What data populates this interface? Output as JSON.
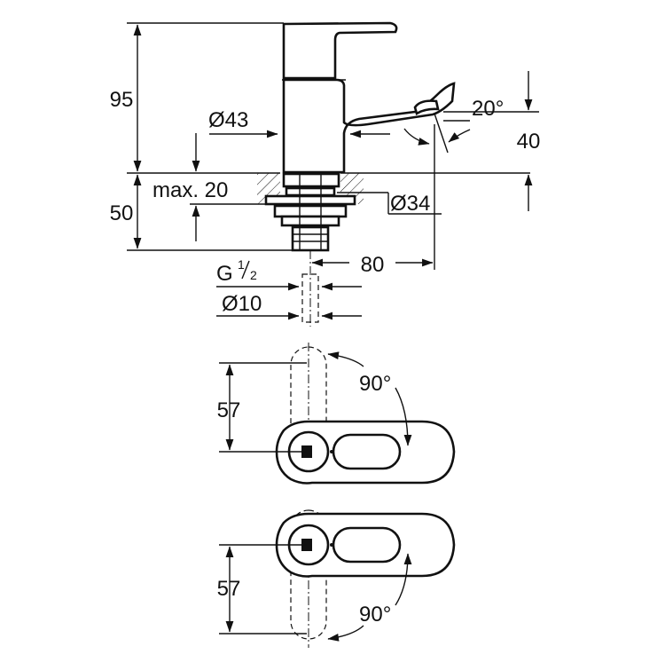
{
  "side_view": {
    "dim_height_total": "95",
    "dim_body_diameter": "Ø43",
    "dim_spout_angle": "20°",
    "dim_spout_height": "40",
    "dim_max_thickness": "max. 20",
    "dim_below_deck": "50",
    "dim_flange_diameter": "Ø34",
    "dim_projection": "80",
    "thread_label_main": "G",
    "thread_label_num": "1",
    "thread_label_den": "2",
    "dim_tail_diameter": "Ø10"
  },
  "top_view_upper": {
    "dim_offset": "57",
    "dim_rotation": "90°"
  },
  "top_view_lower": {
    "dim_offset": "57",
    "dim_rotation": "90°"
  }
}
